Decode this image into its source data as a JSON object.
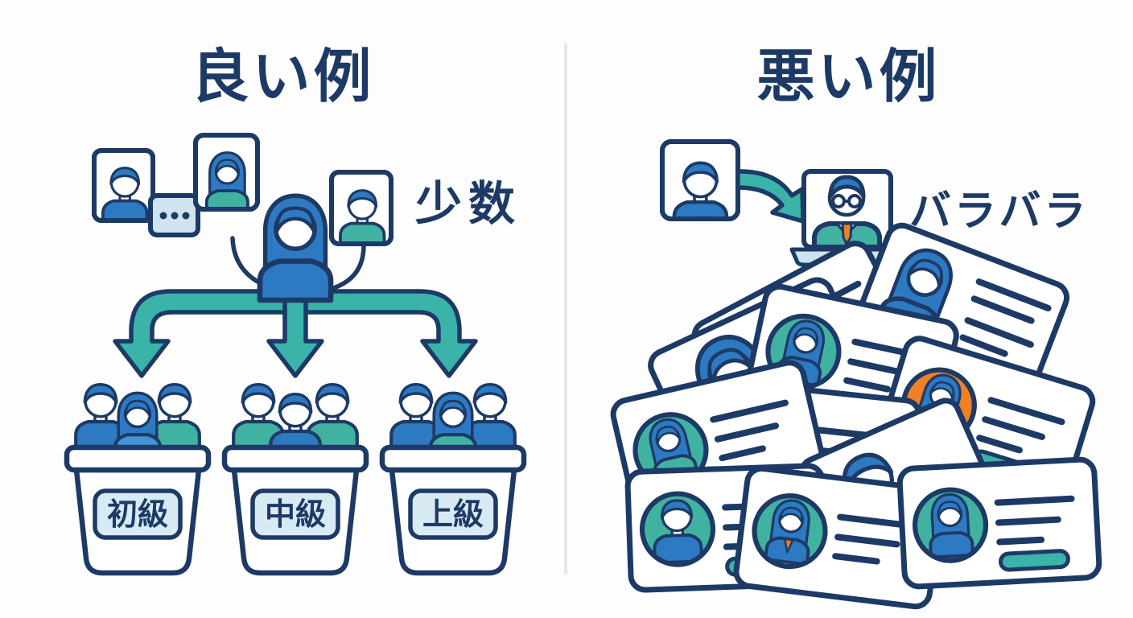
{
  "good_example": {
    "title": "良い例",
    "annotation": "少数",
    "buckets": [
      {
        "label": "初級"
      },
      {
        "label": "中級"
      },
      {
        "label": "上級"
      }
    ]
  },
  "bad_example": {
    "title": "悪い例",
    "annotation": "バラバラ"
  },
  "colors": {
    "background": "#fdfdfd",
    "navy": "#1d3a66",
    "blue": "#2e7ac2",
    "blue_light": "#4293d3",
    "teal": "#3ab3a8",
    "teal_shirt": "#41b2a1",
    "orange": "#f08024",
    "label_bg": "#d8eaf3",
    "bubble_bg": "#cfe4ef",
    "laptop_base_bg": "#cfe3ee",
    "card_bg": "#ffffff",
    "divider": "#e3e7ed"
  },
  "icons": {
    "speech_bubble": "ellipsis-speech-bubble",
    "branch_arrow": "three-way-down-arrow",
    "curved_arrow": "curved-right-arrow",
    "down_arrow": "down-arrow",
    "profile_card": "person-portrait-card",
    "laptop_person": "person-on-laptop-screen",
    "bucket": "sorting-bin",
    "id_card": "id-card-with-avatar"
  }
}
